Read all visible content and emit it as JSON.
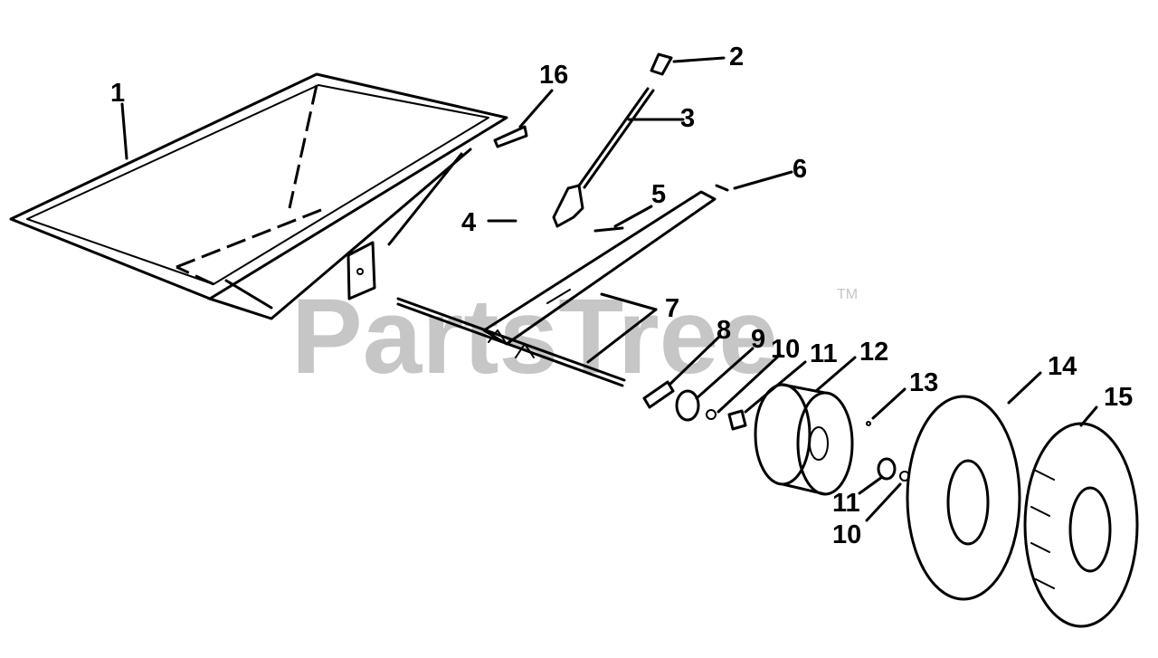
{
  "watermark": {
    "brand": "PartsTree",
    "trademark": "TM",
    "color": "#c6c6c6"
  },
  "callouts": [
    {
      "id": "c1",
      "label": "1"
    },
    {
      "id": "c2",
      "label": "2"
    },
    {
      "id": "c3",
      "label": "3"
    },
    {
      "id": "c4",
      "label": "4"
    },
    {
      "id": "c5",
      "label": "5"
    },
    {
      "id": "c6",
      "label": "6"
    },
    {
      "id": "c7",
      "label": "7"
    },
    {
      "id": "c8",
      "label": "8"
    },
    {
      "id": "c9",
      "label": "9"
    },
    {
      "id": "c10",
      "label": "10"
    },
    {
      "id": "c11",
      "label": "11"
    },
    {
      "id": "c12",
      "label": "12"
    },
    {
      "id": "c13",
      "label": "13"
    },
    {
      "id": "c14",
      "label": "14"
    },
    {
      "id": "c15",
      "label": "15"
    },
    {
      "id": "c16",
      "label": "16"
    },
    {
      "id": "c11b",
      "label": "11"
    },
    {
      "id": "c10b",
      "label": "10"
    }
  ]
}
